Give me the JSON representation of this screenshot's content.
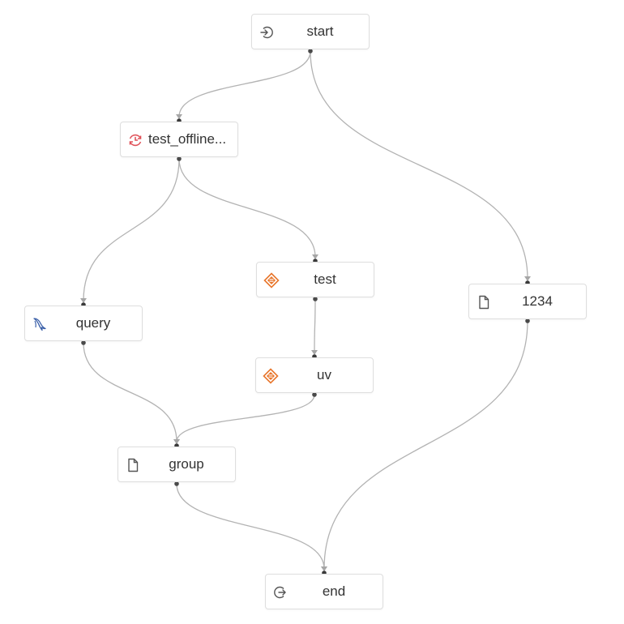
{
  "nodes": {
    "start": {
      "label": "start",
      "icon": "enter-icon"
    },
    "test_offline": {
      "label": "test_offline...",
      "icon": "sync-clock-icon"
    },
    "test": {
      "label": "test",
      "icon": "spark-icon"
    },
    "n1234": {
      "label": "1234",
      "icon": "file-icon"
    },
    "query": {
      "label": "query",
      "icon": "mysql-dolphin-icon"
    },
    "uv": {
      "label": "uv",
      "icon": "spark-icon"
    },
    "group": {
      "label": "group",
      "icon": "file-icon"
    },
    "end": {
      "label": "end",
      "icon": "exit-icon"
    }
  },
  "edges": [
    {
      "from": "start",
      "to": "test_offline"
    },
    {
      "from": "start",
      "to": "n1234"
    },
    {
      "from": "test_offline",
      "to": "query"
    },
    {
      "from": "test_offline",
      "to": "test"
    },
    {
      "from": "test",
      "to": "uv"
    },
    {
      "from": "query",
      "to": "group"
    },
    {
      "from": "uv",
      "to": "group"
    },
    {
      "from": "group",
      "to": "end"
    },
    {
      "from": "n1234",
      "to": "end"
    }
  ],
  "colors": {
    "edge": "#b3b3b3",
    "node_border": "#dedede",
    "text": "#333333",
    "spark_icon": "#e8762c",
    "sync_icon": "#e0535a",
    "mysql_icon": "#3a5fa8"
  }
}
